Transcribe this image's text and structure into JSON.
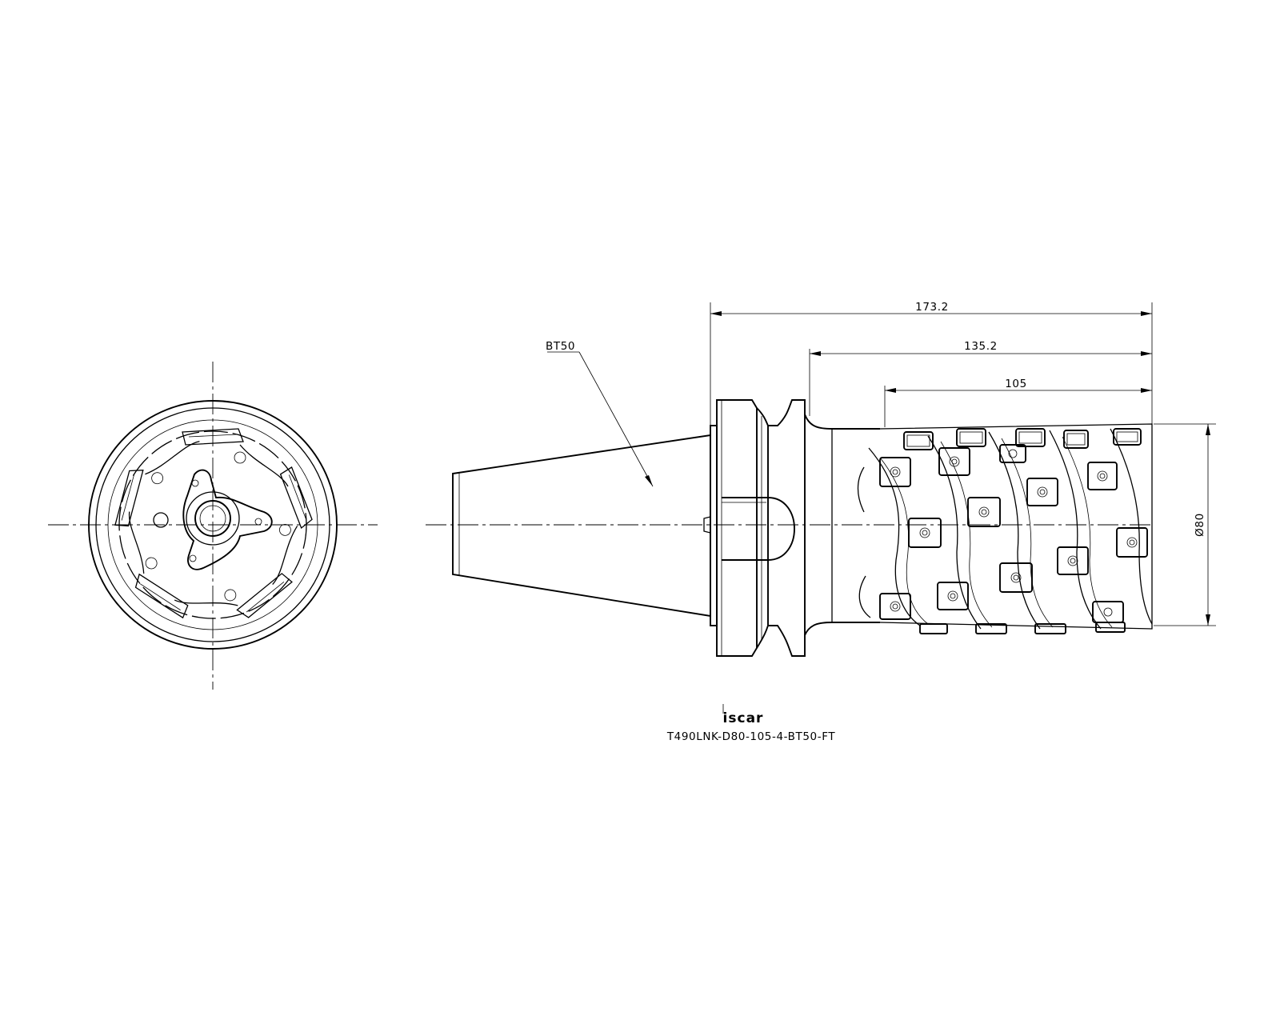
{
  "drawing": {
    "holder_label": "BT50",
    "dimensions": {
      "overall_length": "173.2",
      "flange_to_end": "135.2",
      "cutting_length": "105",
      "diameter": "Ø80"
    },
    "brand_logo_text": "iscar",
    "part_number": "T490LNK-D80-105-4-BT50-FT"
  }
}
